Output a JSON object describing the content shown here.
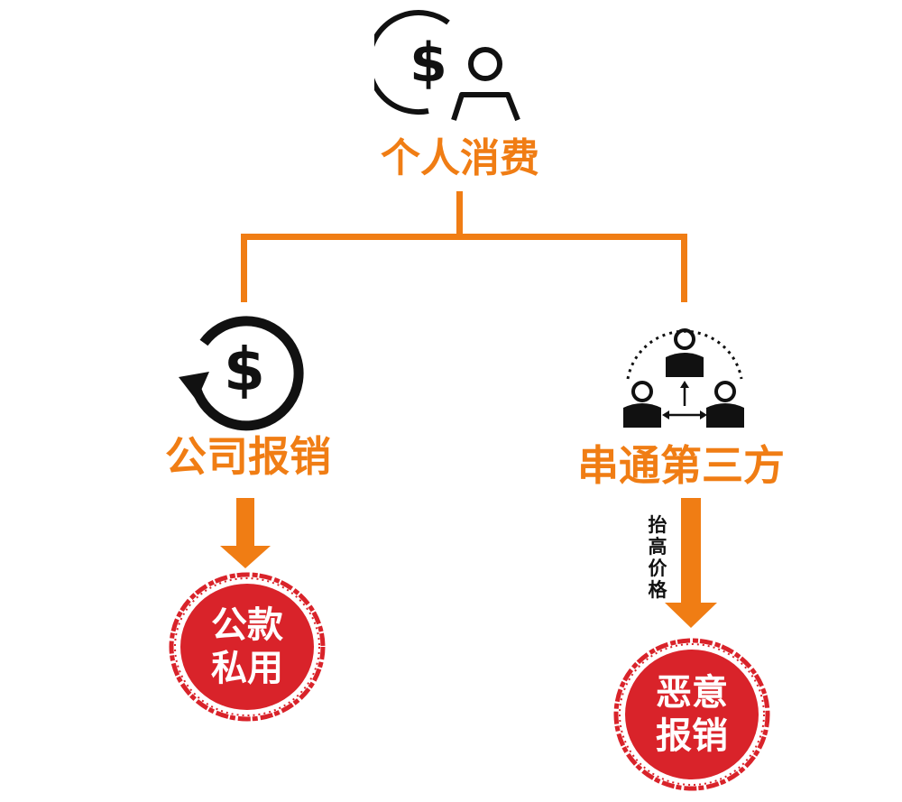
{
  "top": {
    "label": "个人消费",
    "icon": "dollar-person-icon"
  },
  "left": {
    "label": "公司报销",
    "icon": "dollar-refresh-icon",
    "result_line1": "公款",
    "result_line2": "私用"
  },
  "right": {
    "label": "串通第三方",
    "icon": "people-network-icon",
    "arrow_label": [
      "抬",
      "高",
      "价",
      "格"
    ],
    "result_line1": "恶意",
    "result_line2": "报销"
  },
  "colors": {
    "accent": "#f07d14",
    "stamp": "#d9232a",
    "icon": "#111111"
  }
}
